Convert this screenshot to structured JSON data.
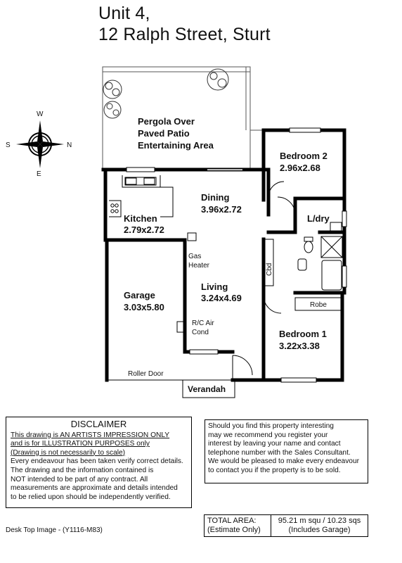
{
  "header": {
    "line1": "Unit 4,",
    "line2": "12 Ralph Street, Sturt"
  },
  "compass": {
    "n": "N",
    "s": "S",
    "e": "E",
    "w": "W",
    "icon": "compass-rose-icon"
  },
  "rooms": {
    "pergola": [
      "Pergola Over",
      "Paved Patio",
      "Entertaining Area"
    ],
    "bedroom2": {
      "name": "Bedroom 2",
      "size": "2.96x2.68"
    },
    "dining": {
      "name": "Dining",
      "size": "3.96x2.72"
    },
    "kitchen": {
      "name": "Kitchen",
      "size": "2.79x2.72"
    },
    "ldry": "L/dry",
    "garage": {
      "name": "Garage",
      "size": "3.03x5.80"
    },
    "living": {
      "name": "Living",
      "size": "3.24x4.69"
    },
    "bedroom1": {
      "name": "Bedroom 1",
      "size": "3.22x3.38"
    },
    "gas_heater": [
      "Gas",
      "Heater"
    ],
    "aircond": [
      "R/C Air",
      "Cond"
    ],
    "cbd": "Cbd",
    "robe": "Robe",
    "roller_door": "Roller Door",
    "verandah": "Verandah"
  },
  "disclaimer": {
    "heading": "DISCLAIMER",
    "underlined": [
      "This drawing is AN ARTISTS IMPRESSION ONLY",
      "and is for ILLUSTRATION PURPOSES only",
      "(Drawing is not necessarily to scale)"
    ],
    "body": [
      "Every endeavour has been taken verify correct details.",
      "The drawing and the information contained is",
      "NOT intended to be part of any contract.  All",
      "measurements are approximate and details intended",
      "to be relied upon should be independently verified."
    ]
  },
  "interest": [
    "Should you find this property interesting",
    "may we recommend you register your",
    "interest by leaving your name and contact",
    "telephone number with the Sales Consultant.",
    "We would be pleased to make every endeavour",
    "to contact you if the property is to be sold."
  ],
  "total_area": {
    "label1": "TOTAL AREA:",
    "label2": "(Estimate Only)",
    "value1": "95.21 m squ /  10.23 sqs",
    "value2": "(Includes Garage)"
  },
  "footer": "Desk Top Image - (Y1116-M83)"
}
